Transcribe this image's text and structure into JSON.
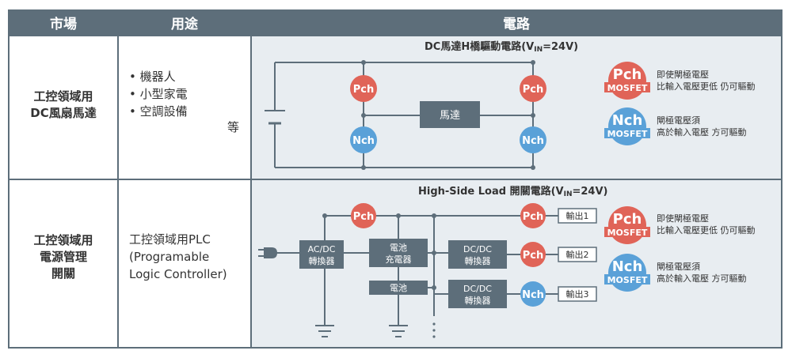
{
  "headers": {
    "market": "市場",
    "usage": "用途",
    "circuit": "電路"
  },
  "row1": {
    "market_lines": [
      "工控領域用",
      "DC風扇馬達"
    ],
    "usage_items": [
      "機器人",
      "小型家電",
      "空調設備"
    ],
    "etc": "等",
    "circuit_title": "DC馬達H橋驅動電路(V",
    "circuit_title_sub": "IN",
    "circuit_title_tail": "=24V)",
    "motor_label": "馬達",
    "pch_label": "Pch",
    "nch_label": "Nch"
  },
  "row2": {
    "market_lines": [
      "工控領域用",
      "電源管理",
      "開關"
    ],
    "usage_lines": [
      "工控領域用PLC",
      "(Programable",
      "Logic Controller)"
    ],
    "circuit_title": "High-Side Load 開關電路(V",
    "circuit_title_sub": "IN",
    "circuit_title_tail": "=24V)",
    "acdc_lines": [
      "AC/DC",
      "轉換器"
    ],
    "charger_lines": [
      "電池",
      "充電器"
    ],
    "battery_label": "電池",
    "dcdc_lines": [
      "DC/DC",
      "轉換器"
    ],
    "outputs": [
      "輸出1",
      "輸出2",
      "輸出3"
    ]
  },
  "legend": {
    "pch_big": "Pch",
    "nch_big": "Nch",
    "mosfet": "MOSFET",
    "pch_desc": [
      "即使閘極電壓",
      "比輸入電壓更低 仍可驅動"
    ],
    "nch_desc": [
      "閘極電壓須",
      "高於輸入電壓 方可驅動"
    ]
  },
  "colors": {
    "header": "#5d6e7a",
    "pch": "#e06458",
    "nch": "#5aa1d8",
    "box": "#5d6e7a",
    "circuit_bg": "#e8edf1"
  }
}
